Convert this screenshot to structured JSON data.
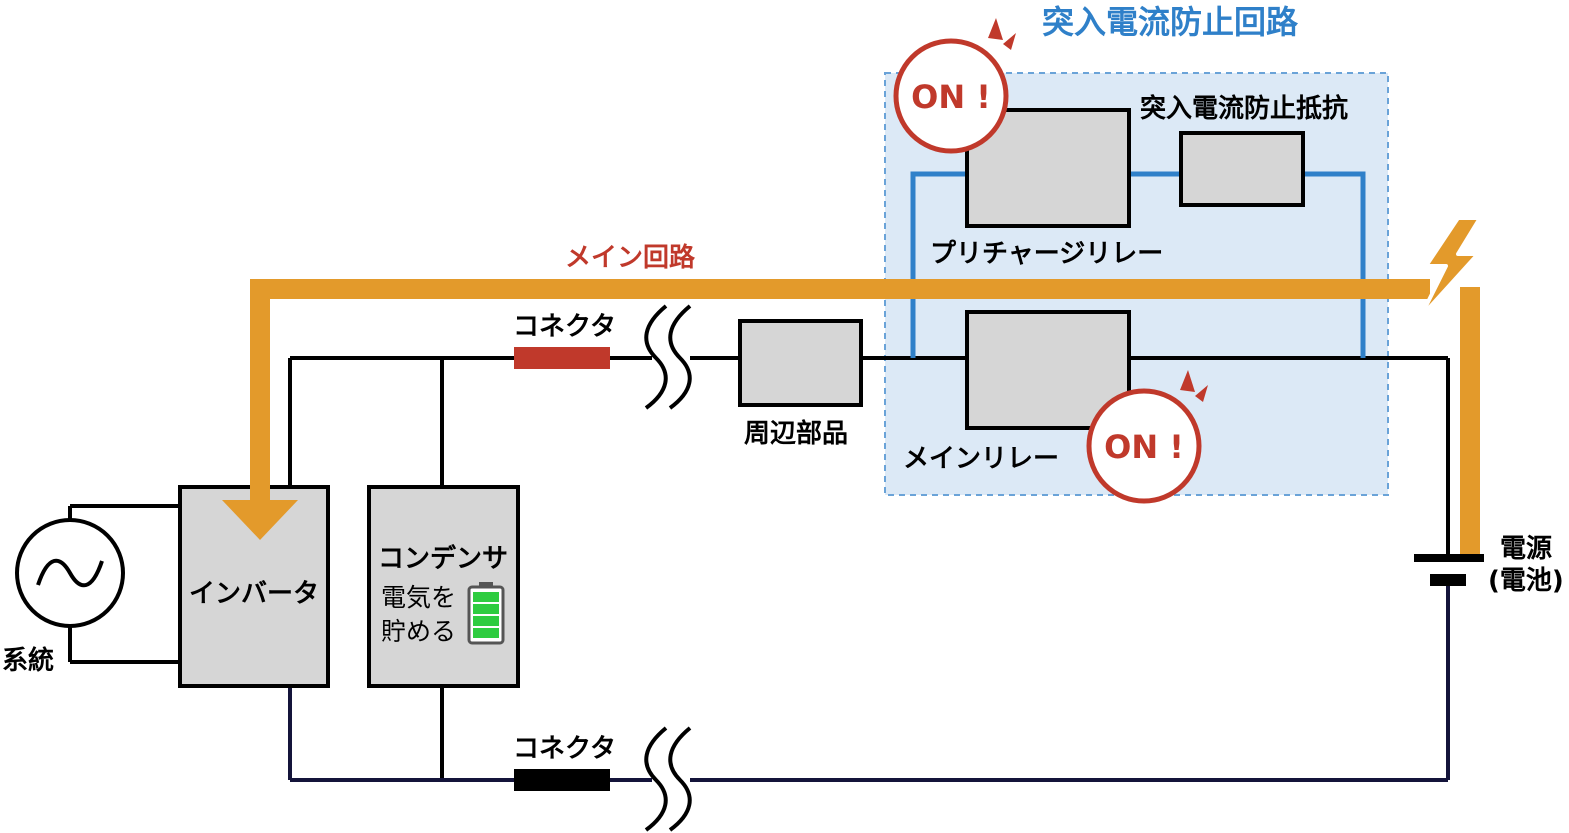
{
  "title": "突入電流防止回路",
  "main_circuit_label": "メイン回路",
  "labels": {
    "inrush_resistor": "突入電流防止抵抗",
    "precharge_relay": "プリチャージリレー",
    "main_relay": "メインリレー",
    "peripheral": "周辺部品",
    "connector_top": "コネクタ",
    "connector_bottom": "コネクタ",
    "inverter": "インバータ",
    "capacitor": "コンデンサ",
    "capacitor_note_1": "電気を",
    "capacitor_note_2": "貯める",
    "grid": "系統",
    "power_1": "電源",
    "power_2": "(電池)"
  },
  "badges": {
    "precharge_on": "ON !",
    "main_on": "ON !"
  },
  "colors": {
    "main_path": "#e39a2b",
    "precharge_path": "#2f80c9",
    "accent_red": "#c0392b",
    "component_fill": "#d6d6d6",
    "region_fill": "#dce9f6",
    "battery_green": "#2ecc40"
  },
  "icons": [
    "ac-source-icon",
    "battery-level-icon",
    "lightning-icon",
    "exclamation-burst-icon",
    "wire-break-icon"
  ]
}
